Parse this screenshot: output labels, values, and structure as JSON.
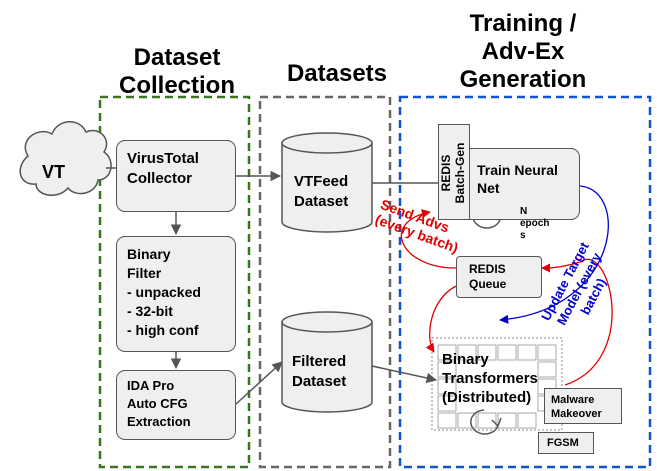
{
  "titles": {
    "collection": "Dataset\nCollection",
    "datasets": "Datasets",
    "training": "Training /\nAdv-Ex\nGeneration"
  },
  "nodes": {
    "vt": "VT",
    "vt_collector": "VirusTotal\nCollector",
    "binary_filter": "Binary\nFilter\n- unpacked\n- 32-bit\n- high conf",
    "ida": "IDA Pro\nAuto CFG\nExtraction",
    "vtfeed": "VTFeed\nDataset",
    "filtered": "Filtered\nDataset",
    "redis_batchgen": "REDIS\nBatch-Gen",
    "train_nn": "Train Neural\nNet",
    "n_epochs": "N\nepoch\ns",
    "redis_queue": "REDIS\nQueue",
    "binary_transformers": "Binary\nTransformers\n(Distributed)",
    "malware_makeover": "Malware\nMakeover",
    "fgsm": "FGSM"
  },
  "edge_labels": {
    "send_advs": "Send Advs\n(every batch)",
    "update_target": "Update Target\nModel (every\nbatch)"
  },
  "colors": {
    "collection_border": "#38761d",
    "datasets_border": "#666666",
    "training_border": "#1155cc",
    "red_arrow": "#e00000",
    "blue_arrow": "#0000cc"
  }
}
